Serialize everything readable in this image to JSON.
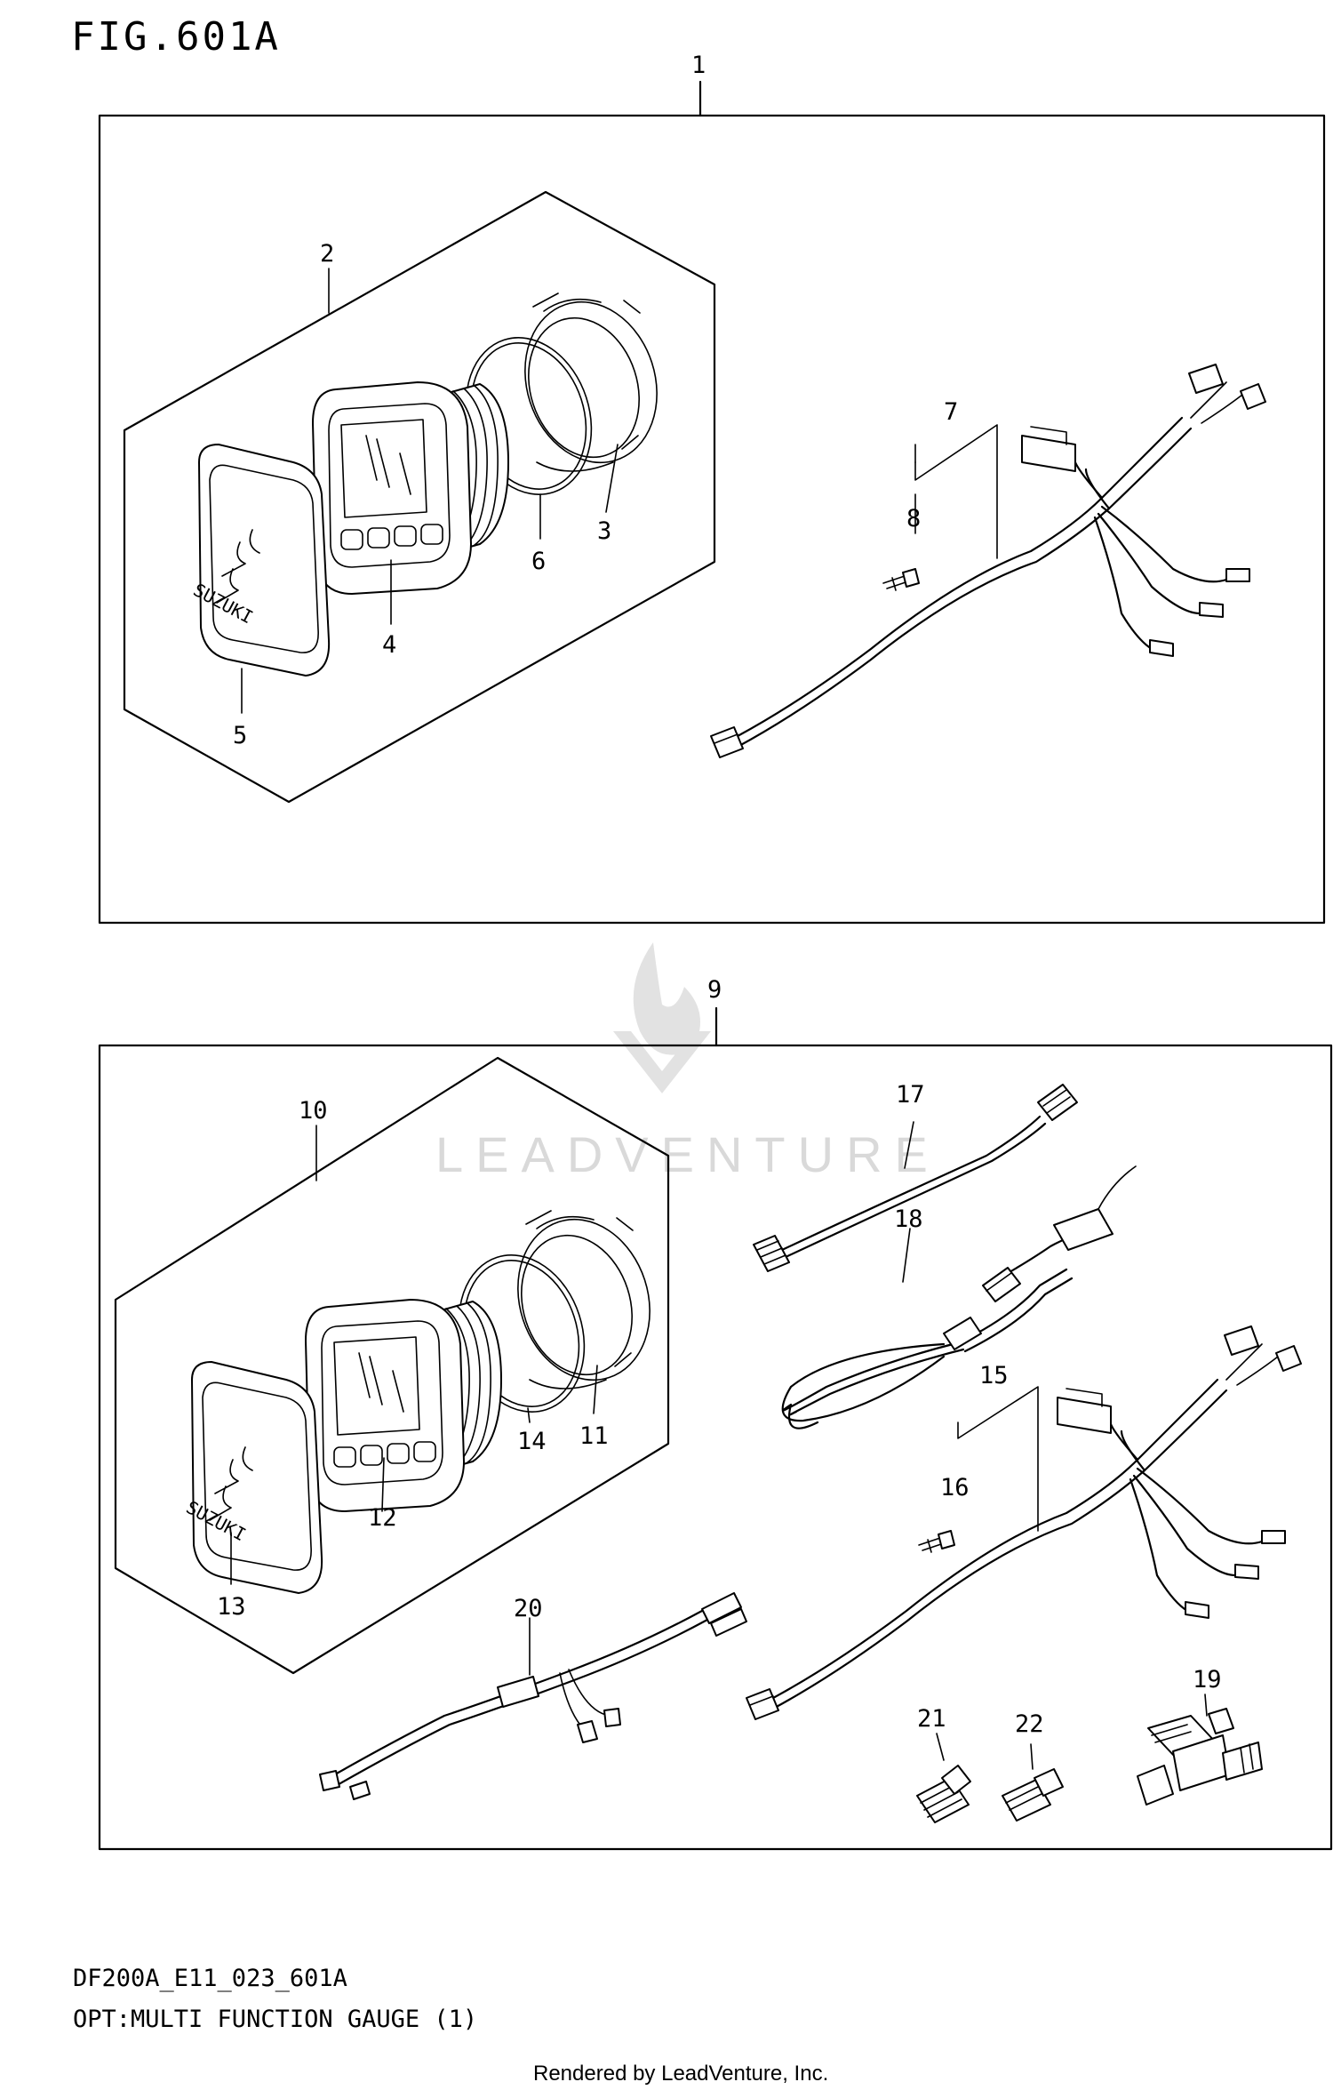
{
  "figure": {
    "title": "FIG.601A",
    "code": "DF200A_E11_023_601A",
    "description": "OPT:MULTI FUNCTION GAUGE (1)",
    "rendered_by": "Rendered by LeadVenture, Inc.",
    "watermark": "LEADVENTURE",
    "badge_text": "SUZUKI"
  },
  "callouts": [
    "1",
    "2",
    "3",
    "4",
    "5",
    "6",
    "7",
    "8",
    "9",
    "10",
    "11",
    "12",
    "13",
    "14",
    "15",
    "16",
    "17",
    "18",
    "19",
    "20",
    "21",
    "22"
  ]
}
